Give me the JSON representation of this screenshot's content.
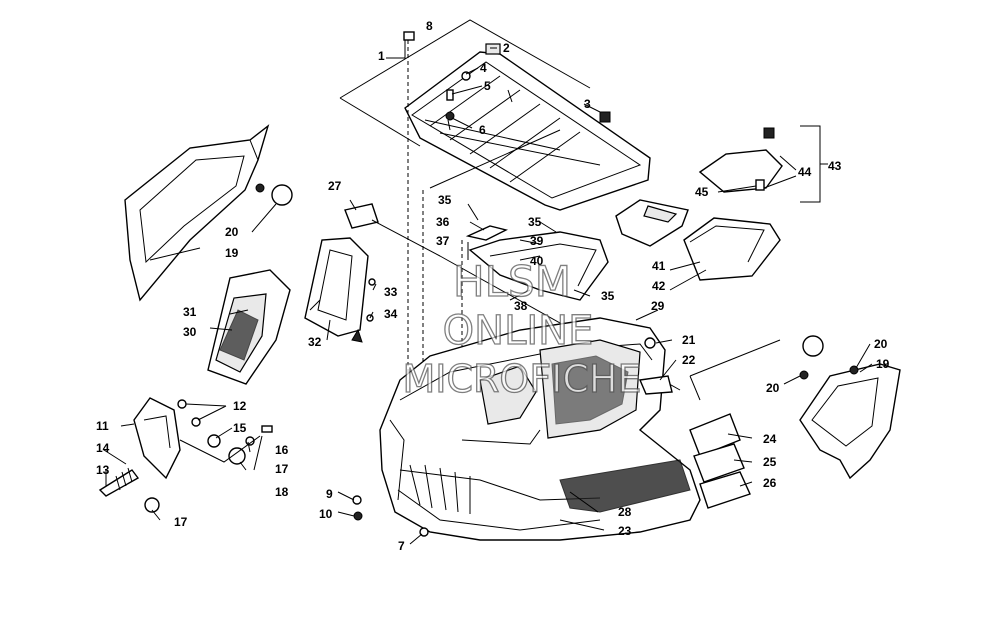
{
  "watermark": {
    "line1": "HLSM",
    "line2": "ONLINE",
    "line3": "MICROFICHE"
  },
  "callouts": [
    "1",
    "2",
    "3",
    "4",
    "5",
    "6",
    "7",
    "8",
    "9",
    "10",
    "11",
    "12",
    "13",
    "14",
    "15",
    "16",
    "17",
    "18",
    "19",
    "20",
    "21",
    "22",
    "23",
    "24",
    "25",
    "26",
    "27",
    "28",
    "29",
    "30",
    "31",
    "32",
    "33",
    "34",
    "35",
    "36",
    "37",
    "38",
    "39",
    "40",
    "41",
    "42",
    "43",
    "44",
    "45"
  ],
  "labels": {
    "n1": "1",
    "n2": "2",
    "n3": "3",
    "n4": "4",
    "n5": "5",
    "n6": "6",
    "n7": "7",
    "n8": "8",
    "n9": "9",
    "n10": "10",
    "n11": "11",
    "n12": "12",
    "n13": "13",
    "n14": "14",
    "n15": "15",
    "n16": "16",
    "n17a": "17",
    "n17b": "17",
    "n18": "18",
    "n19a": "19",
    "n19b": "19",
    "n20a": "20",
    "n20b": "20",
    "n20c": "20",
    "n21": "21",
    "n22": "22",
    "n23": "23",
    "n24": "24",
    "n25": "25",
    "n26": "26",
    "n27": "27",
    "n28": "28",
    "n29": "29",
    "n30": "30",
    "n31": "31",
    "n32": "32",
    "n33": "33",
    "n34": "34",
    "n35a": "35",
    "n35b": "35",
    "n35c": "35",
    "n36": "36",
    "n37": "37",
    "n38": "38",
    "n39": "39",
    "n40": "40",
    "n41": "41",
    "n42": "42",
    "n43": "43",
    "n44": "44",
    "n45": "45"
  }
}
